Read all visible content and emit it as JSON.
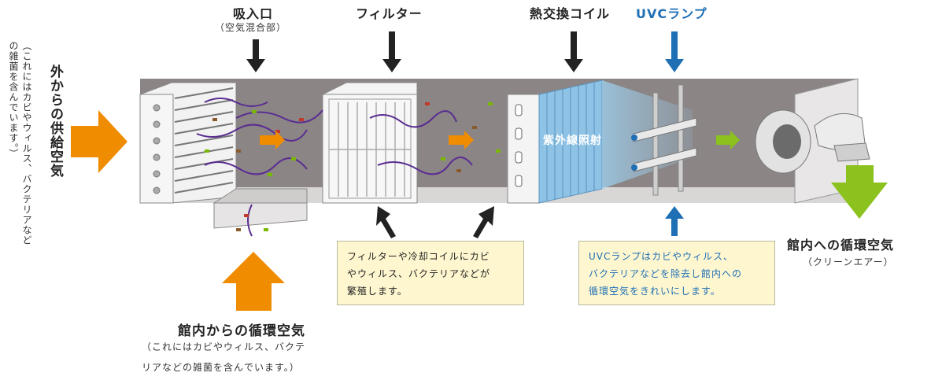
{
  "labels": {
    "intake": "吸入口",
    "intake_sub": "（空気混合部）",
    "filter": "フィルター",
    "coil": "熱交換コイル",
    "uvc": "UVCランプ",
    "uv_irradiation": "紫外線照射",
    "outside_supply": "外からの供給空気",
    "outside_supply_note": "（これにはカビやウィルス、バクテリアなどの雑菌を含んでいます。）",
    "return_air": "館内からの循環空気",
    "return_air_note_line1": "（これにはカビやウィルス、バクテ",
    "return_air_note_line2": "リアなどの雑菌を含んでいます。）",
    "indoor_circ": "館内への循環空気",
    "indoor_circ_sub": "（クリーンエアー）"
  },
  "notes": {
    "filter_note_line1": "フィルターや冷却コイルにカビ",
    "filter_note_line2": "やウィルス、バクテリアなどが",
    "filter_note_line3": "繁殖します。",
    "uvc_note_line1": "UVCランプはカビやウィルス、",
    "uvc_note_line2": "バクテリアなどを除去し館内への",
    "uvc_note_line3": "循環空気をきれいにします。"
  },
  "colors": {
    "orange_arrow": "#f08c00",
    "green_arrow": "#8cc21e",
    "blue_accent": "#1f6fb5",
    "duct_body": "#8b8586",
    "coil_blue": "#8fc3e6"
  }
}
